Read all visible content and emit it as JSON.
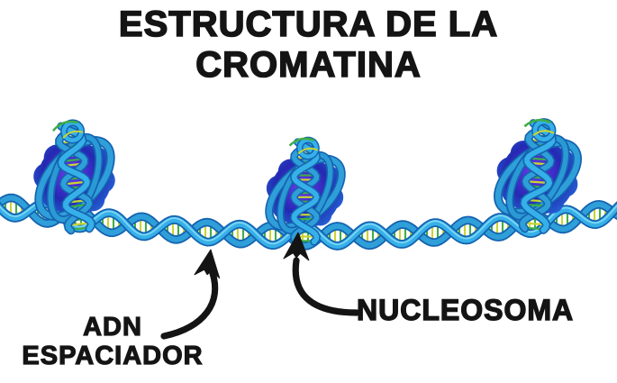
{
  "title": {
    "line1": "ESTRUCTURA DE LA",
    "line2": "CROMATINA"
  },
  "labels": {
    "spacer_dna": {
      "line1": "ADN",
      "line2": "ESPACIADOR"
    },
    "nucleosome": "NUCLEOSOMA"
  },
  "diagram": {
    "nucleosome_count": 3
  },
  "colors": {
    "ink": "#141414",
    "background": "#ffffff",
    "dna_bright": "#36b0e8",
    "dna_mid": "#2f9fd9",
    "dna_dark": "#1563b0",
    "dna_highlight": "#8adcf6",
    "rung_yellow": "#c9d434",
    "rung_green": "#3fae46",
    "histone_center": "#6b42ea",
    "histone_deep": "#4c2ed2",
    "histone_mid": "#2429b2",
    "histone_blue": "#2356cc",
    "histone_edge": "#3e86ea"
  }
}
